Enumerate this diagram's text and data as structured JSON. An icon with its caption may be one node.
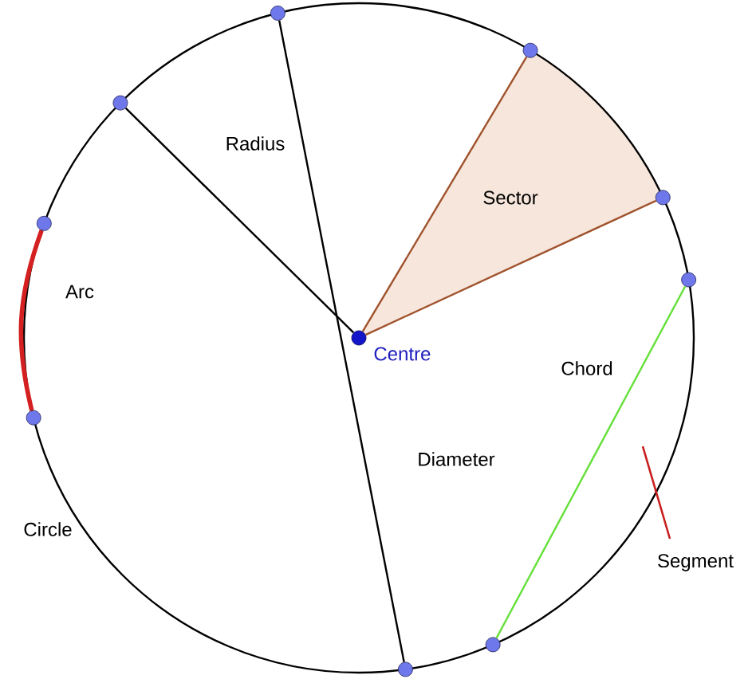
{
  "diagram": {
    "nodes": [
      {
        "text": [],
        "shape": "circle"
      },
      {
        "text": [],
        "shape": "circle"
      },
      {
        "text": [],
        "shape": "circle"
      },
      {
        "text": [],
        "shape": "circle"
      },
      {
        "text": [],
        "shape": "circle"
      },
      {
        "text": [],
        "shape": "circle"
      },
      {
        "text": [],
        "shape": "circle",
        "beside": [
          "Centre"
        ]
      },
      {
        "text": [],
        "shape": "circle"
      },
      {
        "text": [],
        "shape": "circle"
      },
      {
        "text": [],
        "shape": "circle"
      }
    ],
    "edges": [
      {
        "from": 0,
        "to": 9,
        "arrow": "none",
        "label": "Diameter"
      },
      {
        "from": 6,
        "to": 2,
        "arrow": "none",
        "label": "Radius"
      },
      {
        "from": 6,
        "to": 1,
        "arrow": "none",
        "color": "#a0522d"
      },
      {
        "from": 6,
        "to": 3,
        "arrow": "none",
        "color": "#a0522d"
      },
      {
        "from": 5,
        "to": 8,
        "arrow": "none",
        "label": "Chord",
        "color": "#66e03a"
      },
      {
        "from": 4,
        "to": 7,
        "arrow": "none",
        "label": "Arc",
        "color": "#d42020",
        "style": "thick"
      }
    ],
    "labels": [
      "Sector",
      "Circle",
      "Segment"
    ]
  }
}
